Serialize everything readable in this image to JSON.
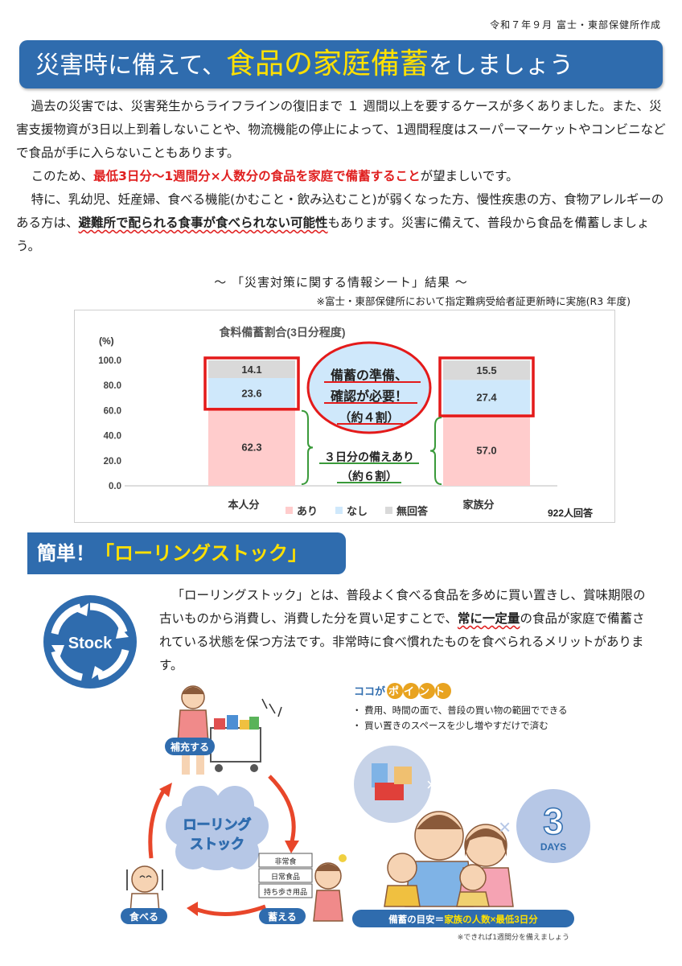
{
  "header": {
    "date_credit": "令和７年９月 富士・東部保健所作成",
    "title_pre": "災害時に備えて、",
    "title_highlight": "食品の家庭備蓄",
    "title_post": "をしましょう"
  },
  "intro": {
    "p1": "過去の災害では、災害発生からライフラインの復旧まで １ 週間以上を要するケースが多くありました。また、災害支援物資が3日以上到着しないことや、物流機能の停止によって、1週間程度はスーパーマーケットやコンビニなどで食品が手に入らないこともあります。",
    "p2_pre": "このため、",
    "p2_red": "最低3日分～1週間分×人数分の食品を家庭で備蓄すること",
    "p2_post": "が望ましいです。",
    "p3_pre": "特に、乳幼児、妊産婦、食べる機能(かむこと・飲み込むこと)が弱くなった方、慢性疾患の方、食物アレルギーのある方は、",
    "p3_bold": "避難所で配られる食事が食べられない可能性",
    "p3_post": "もあります。災害に備えて、普段から食品を備蓄しましょう。"
  },
  "survey": {
    "title": "～ 「災害対策に関する情報シート」結果 ～",
    "note": "※富士・東部保健所において指定難病受給者証更新時に実施(R3 年度)"
  },
  "chart_data": {
    "type": "bar",
    "stacked": true,
    "title": "食料備蓄割合(3日分程度)",
    "ylabel": "(%)",
    "ylim": [
      0,
      100
    ],
    "yticks": [
      "0.0",
      "20.0",
      "40.0",
      "60.0",
      "80.0",
      "100.0"
    ],
    "categories": [
      "本人分",
      "家族分"
    ],
    "series": [
      {
        "name": "あり",
        "values": [
          62.3,
          57.0
        ],
        "labels": [
          "62.3",
          "57.0"
        ],
        "color": "#ffcccc"
      },
      {
        "name": "なし",
        "values": [
          23.6,
          27.4
        ],
        "labels": [
          "23.6",
          "27.4"
        ],
        "color": "#cfe8fb"
      },
      {
        "name": "無回答",
        "values": [
          14.1,
          15.5
        ],
        "labels": [
          "14.1",
          "15.5"
        ],
        "color": "#d9d9d9"
      }
    ],
    "respondents": "922人回答",
    "annotation_need": [
      "備蓄の準備、",
      "確認が必要！",
      "（約４割）"
    ],
    "annotation_have": [
      "３日分の備えあり",
      "（約６割）"
    ]
  },
  "rolling": {
    "section_pre": "簡単！",
    "section_hl": "「ローリングストック」",
    "icon_label": "Stock",
    "text_pre": "「ローリングストック」とは、普段よく食べる食品を多めに買い置きし、賞味期限の古いものから消費し、消費した分を買い足すことで、",
    "text_bold": "常に一定量",
    "text_post": "の食品が家庭で備蓄されている状態を保つ方法です。非常時に食べ慣れたものを食べられるメリットがあります。"
  },
  "point": {
    "head_pre": "ココが",
    "head_hl": "ポイント",
    "items": [
      "・ 費用、時間の面で、普段の買い物の範囲でできる",
      "・ 買い置きのスペースを少し増やすだけで済む"
    ]
  },
  "cycle": {
    "center_1": "ローリング",
    "center_2": "ストック",
    "label_add": "補充する",
    "label_eat": "食べる",
    "label_store": "蓄える",
    "boxes": [
      "非常食",
      "日常食品",
      "持ち歩き用品"
    ]
  },
  "family": {
    "num": "3",
    "unit": "DAYS",
    "times": "×",
    "banner_pre": "備蓄の目安＝",
    "banner_hl": "家族の人数×最低3日分"
  },
  "footer": {
    "note": "※できれば1週間分を備えましょう"
  },
  "colors": {
    "blue": "#2f6cae",
    "yellow": "#ffe000",
    "red": "#e02020",
    "orange": "#e85a2a",
    "green": "#3a9a3a"
  }
}
